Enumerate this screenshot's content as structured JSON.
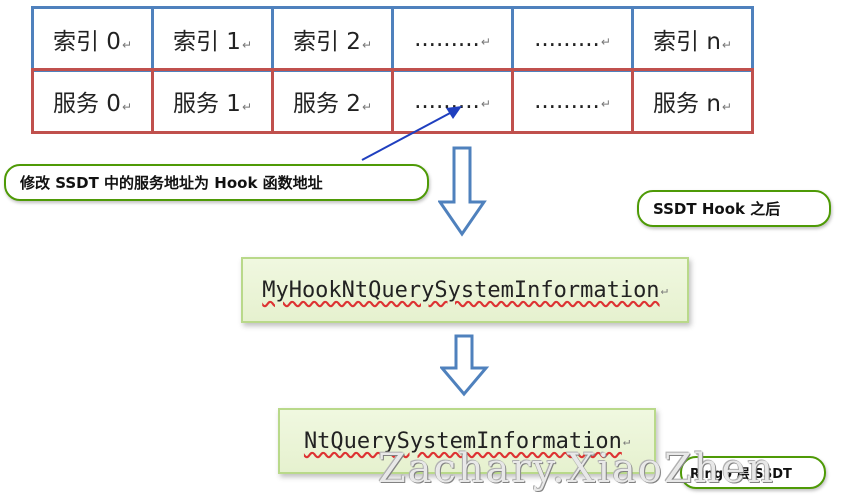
{
  "index_row": [
    "索引 0",
    "索引 1",
    "索引 2",
    ".........",
    ".........",
    "索引 n"
  ],
  "service_row": [
    "服务 0",
    "服务 1",
    "服务 2",
    ".........",
    ".........",
    "服务 n"
  ],
  "callouts": {
    "modify": "修改 SSDT 中的服务地址为 Hook 函数地址",
    "after": "SSDT Hook 之后",
    "ring0": "Ring0 层 SSDT"
  },
  "functions": {
    "hook": "MyHookNtQuerySystemInformation",
    "original": "NtQuerySystemInformation"
  },
  "watermark": "Zachary.XiaoZhen",
  "colors": {
    "index_border": "#4f81bd",
    "service_border": "#c0504d",
    "callout_border": "#4e9a06",
    "arrow": "#4f81bd"
  }
}
